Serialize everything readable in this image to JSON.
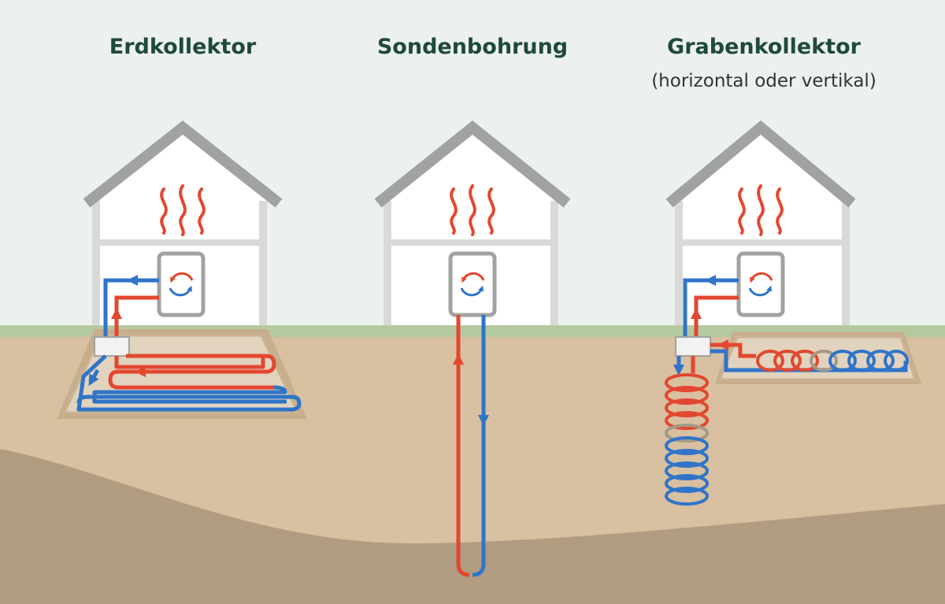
{
  "labels": {
    "erdkollektor": "Erdkollektor",
    "sondenbohrung": "Sondenbohrung",
    "grabenkollektor": "Grabenkollektor",
    "grabenkollektor_note": "(horizontal oder vertikal)"
  },
  "colors": {
    "sky": "#edf1ee",
    "grass": "#b5c9a1",
    "soil_upper": "#d8c0a0",
    "soil_lower": "#b19c82",
    "pit_floor": "#e2d3be",
    "house_wall": "#d9d9d7",
    "house_fill": "#ffffff",
    "roof": "#a1a3a0",
    "hot": "#e3472f",
    "cold": "#2f74c9",
    "mixed": "#a39a88"
  },
  "icons": [
    "heat-waves-icon",
    "heat-pump-cycle-icon",
    "manifold-box-icon"
  ]
}
